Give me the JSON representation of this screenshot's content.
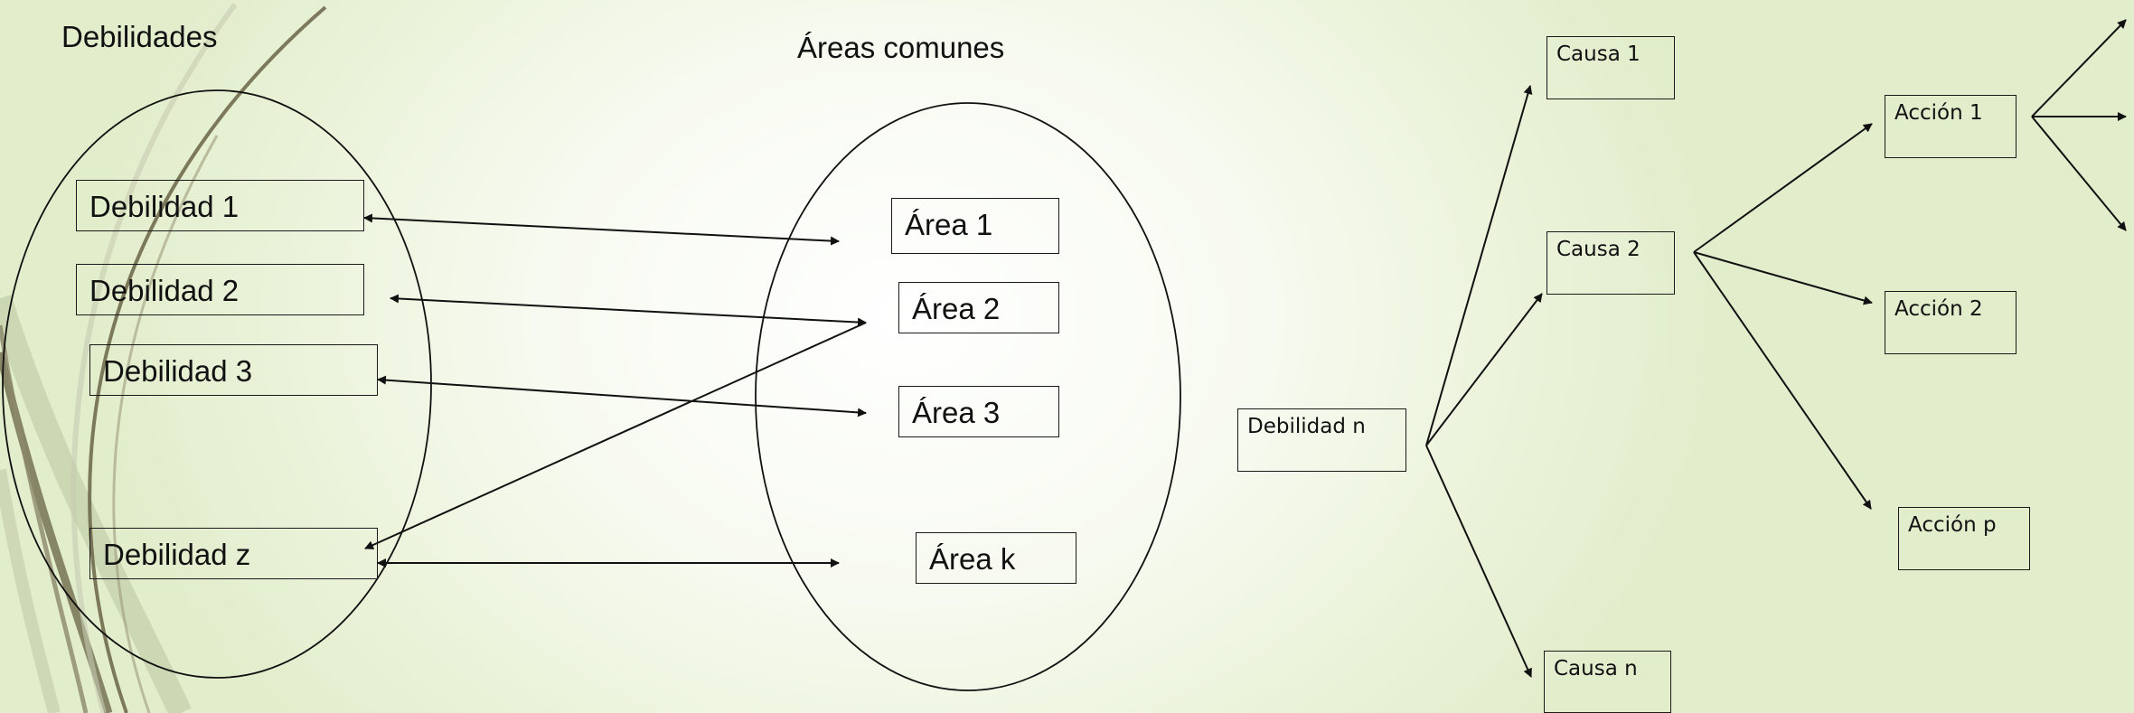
{
  "titles": {
    "weaknesses": "Debilidades",
    "common_areas": "Áreas comunes"
  },
  "weaknesses": [
    "Debilidad 1",
    "Debilidad 2",
    "Debilidad 3",
    "Debilidad z"
  ],
  "areas": [
    "Área 1",
    "Área 2",
    "Área 3",
    "Área k"
  ],
  "tree": {
    "root": "Debilidad n",
    "causes": [
      "Causa 1",
      "Causa 2",
      "Causa n"
    ],
    "actions": [
      "Acción 1",
      "Acción 2",
      "Acción p"
    ]
  },
  "colors": {
    "line": "#111111",
    "background": "#e9f2d7",
    "decor_stroke": "#6f6a4c"
  }
}
